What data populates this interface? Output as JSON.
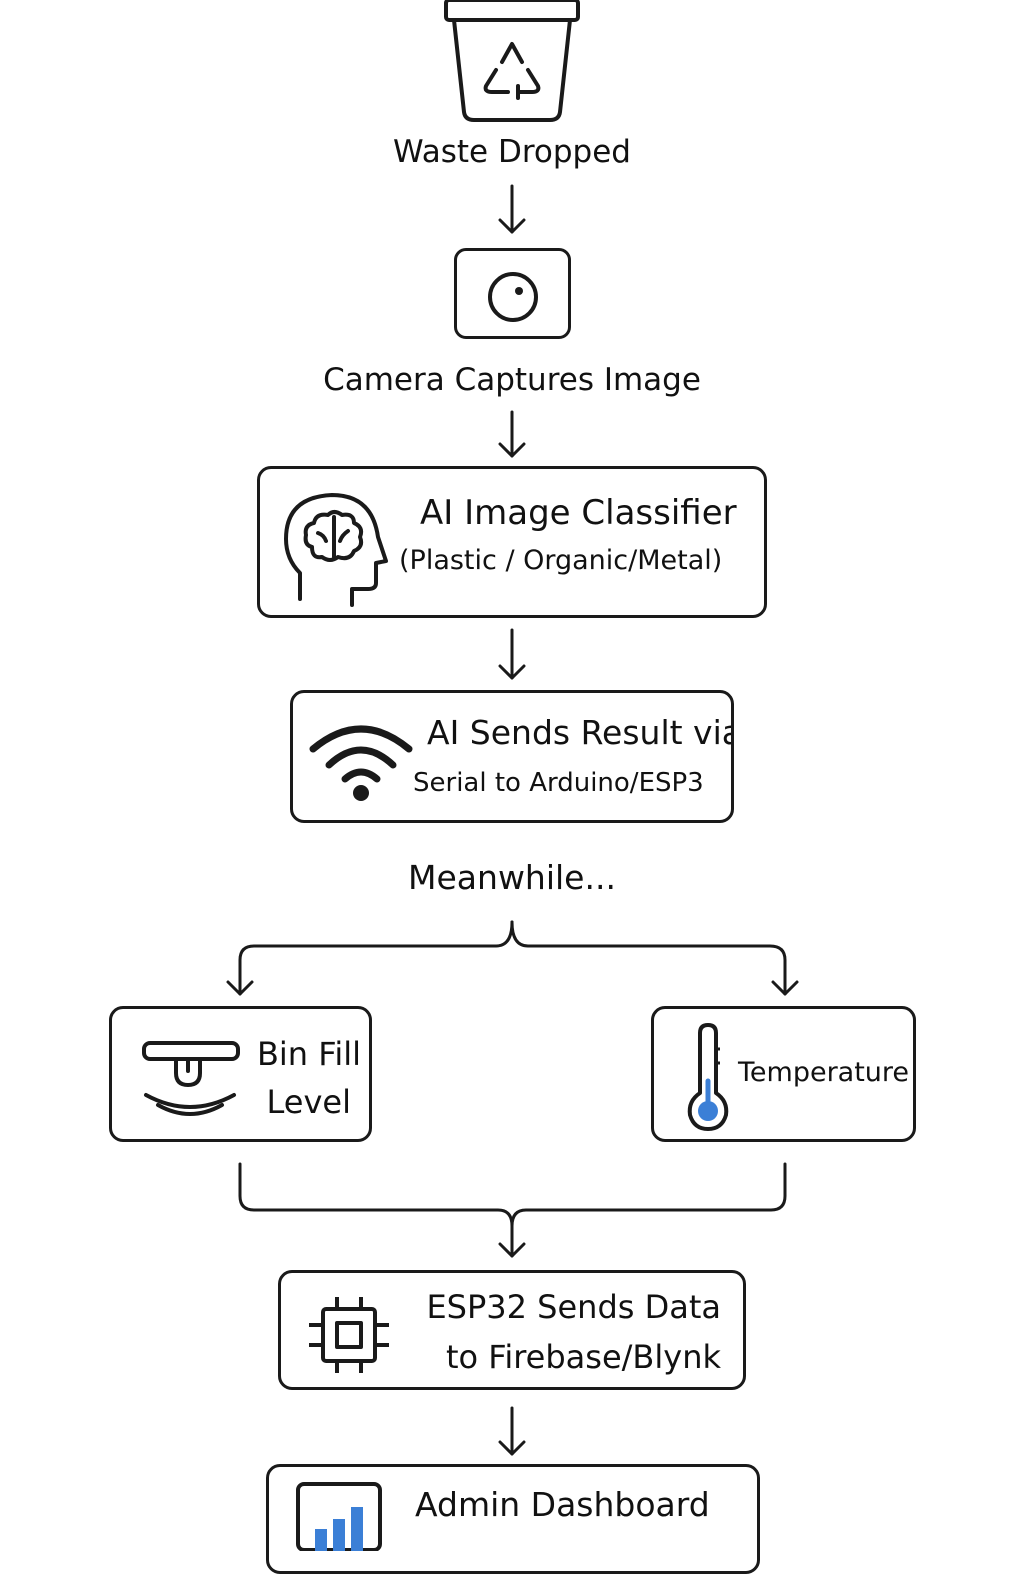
{
  "colors": {
    "stroke": "#1a1a1a",
    "accent": "#3b7fd6",
    "background": "#ffffff"
  },
  "steps": {
    "waste_dropped": {
      "label": "Waste Dropped",
      "icon": "recycle-bin-icon"
    },
    "camera": {
      "label": "Camera Captures Image",
      "icon": "camera-icon"
    },
    "classifier": {
      "title": "AI Image Classifier",
      "subtitle": "(Plastic / Organic/Metal)",
      "icon": "brain-head-icon"
    },
    "sends_result": {
      "title": "AI Sends Result via",
      "subtitle": "Serial to Arduino/ESP3",
      "icon": "wifi-icon"
    },
    "meanwhile": {
      "label": "Meanwhile..."
    },
    "bin_fill": {
      "line1": "Bin Fill",
      "line2": "Level",
      "icon": "ultrasonic-sensor-icon"
    },
    "temperature": {
      "label": "Temperature",
      "icon": "thermometer-icon"
    },
    "esp32": {
      "line1": "ESP32 Sends Data",
      "line2": "to Firebase/Blynk",
      "icon": "chip-icon"
    },
    "dashboard": {
      "title": "Admin Dashboard",
      "icon": "bar-chart-icon"
    }
  }
}
